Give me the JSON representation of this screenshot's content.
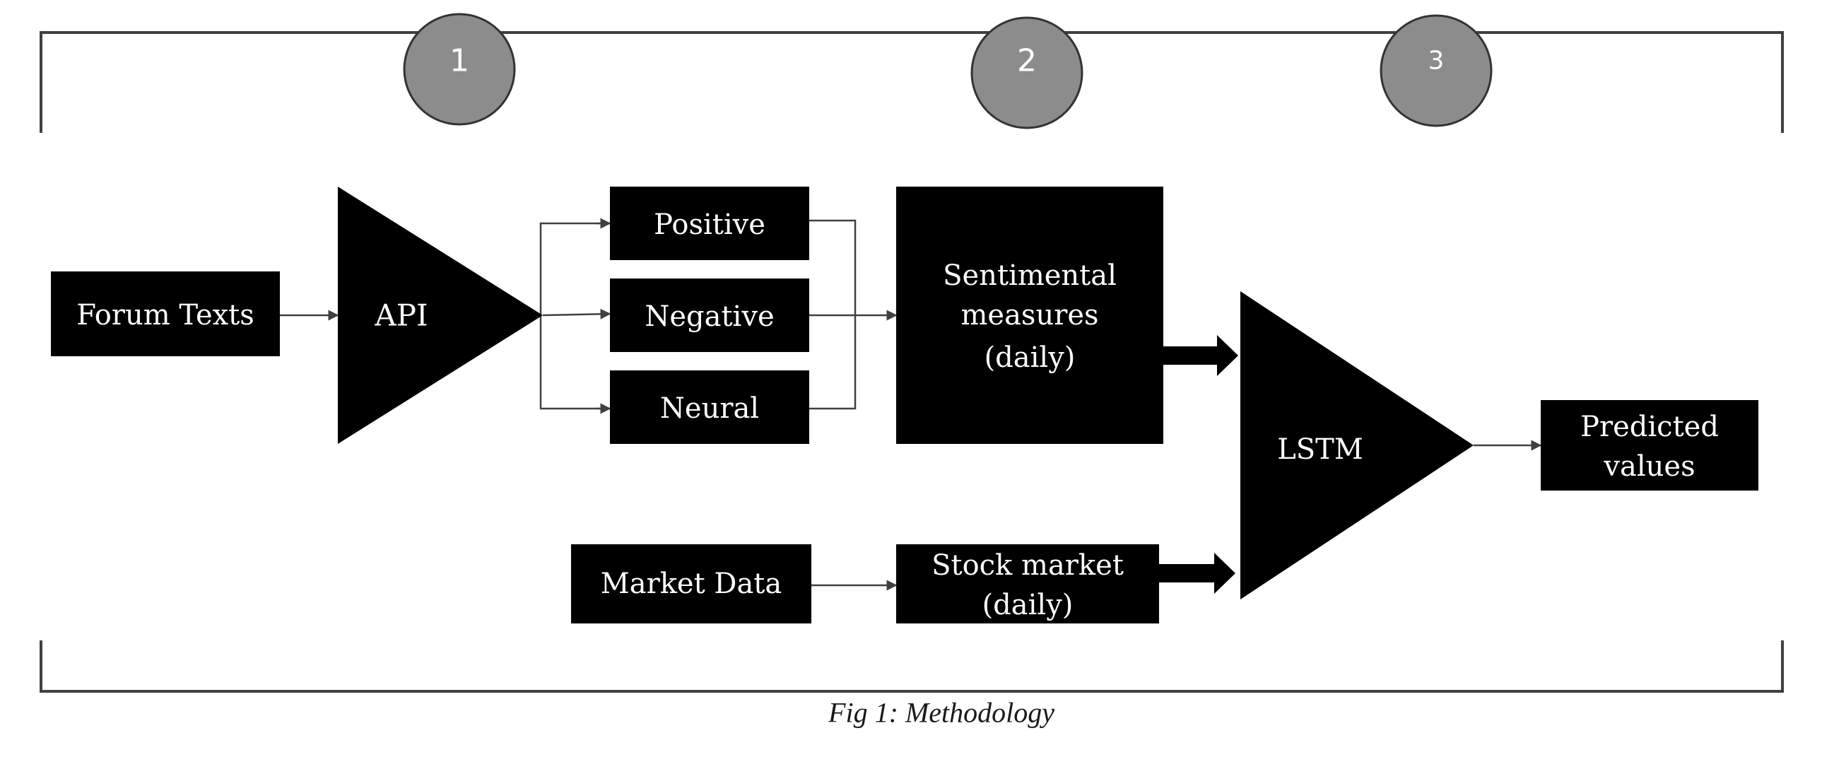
{
  "colors": {
    "box_fill": "#000000",
    "box_text": "#ffffff",
    "step_circle_fill": "#8c8c8c",
    "step_circle_stroke": "#333333",
    "line": "#404040",
    "caption_text": "#1a1a1a"
  },
  "steps": [
    "1",
    "2",
    "3"
  ],
  "nodes": {
    "forum_texts": "Forum Texts",
    "api": "API",
    "positive": "Positive",
    "negative": "Negative",
    "neural": "Neural",
    "sentimental": [
      "Sentimental",
      "measures",
      "(daily)"
    ],
    "lstm": "LSTM",
    "predicted": [
      "Predicted",
      "values"
    ],
    "market_data": "Market Data",
    "stock_market": [
      "Stock market",
      "(daily)"
    ]
  },
  "caption": "Fig 1: Methodology"
}
